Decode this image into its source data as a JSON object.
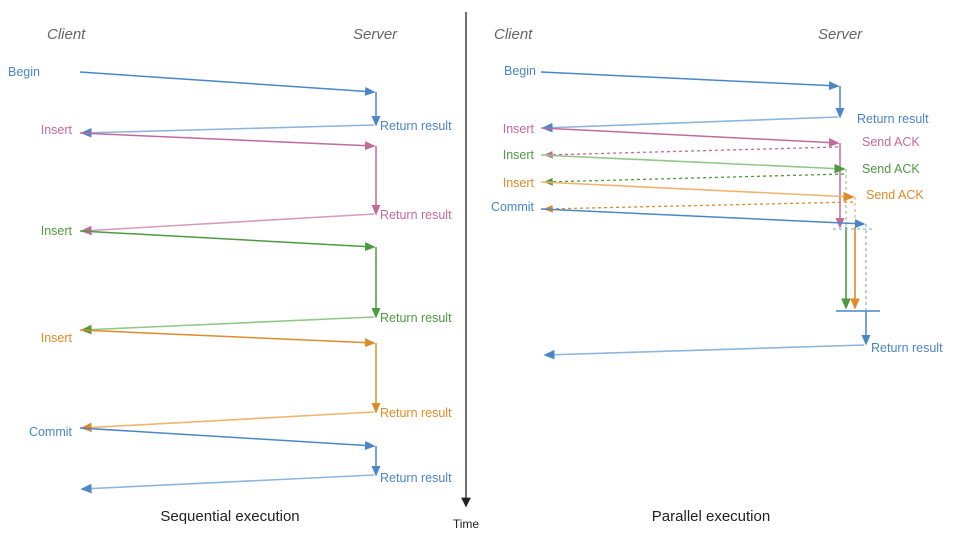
{
  "figure": {
    "title_left": "Sequential execution",
    "title_right": "Parallel execution",
    "time_axis_label": "Time",
    "background": "#ffffff"
  },
  "colors": {
    "blue": "#4a86c8",
    "blue_light": "#8cb6dd",
    "pink": "#c46a9a",
    "pink_light": "#d79cba",
    "green": "#4e9a40",
    "green_light": "#93c787",
    "orange": "#e08b29",
    "orange_light": "#f0b56c",
    "header_gray": "#666666",
    "axis_black": "#222222"
  },
  "panels": [
    {
      "id": "sequential",
      "client_header": "Client",
      "server_header": "Server",
      "caption": "Sequential execution",
      "messages": [
        {
          "id": "seq-begin",
          "client_label": "Begin",
          "server_label": "",
          "color": "blue"
        },
        {
          "id": "seq-begin-ret",
          "client_label": "",
          "server_label": "Return result",
          "color": "blue"
        },
        {
          "id": "seq-insert-1",
          "client_label": "Insert",
          "server_label": "",
          "color": "pink"
        },
        {
          "id": "seq-insert-1-ret",
          "client_label": "",
          "server_label": "Return result",
          "color": "pink"
        },
        {
          "id": "seq-insert-2",
          "client_label": "Insert",
          "server_label": "",
          "color": "green"
        },
        {
          "id": "seq-insert-2-ret",
          "client_label": "",
          "server_label": "Return result",
          "color": "green"
        },
        {
          "id": "seq-insert-3",
          "client_label": "Insert",
          "server_label": "",
          "color": "orange"
        },
        {
          "id": "seq-insert-3-ret",
          "client_label": "",
          "server_label": "Return result",
          "color": "orange"
        },
        {
          "id": "seq-commit",
          "client_label": "Commit",
          "server_label": "",
          "color": "blue"
        },
        {
          "id": "seq-commit-ret",
          "client_label": "",
          "server_label": "Return result",
          "color": "blue"
        }
      ]
    },
    {
      "id": "parallel",
      "client_header": "Client",
      "server_header": "Server",
      "caption": "Parallel execution",
      "messages": [
        {
          "id": "par-begin",
          "client_label": "Begin",
          "server_label": "",
          "color": "blue"
        },
        {
          "id": "par-begin-ret",
          "client_label": "",
          "server_label": "Return result",
          "color": "blue"
        },
        {
          "id": "par-insert-1",
          "client_label": "Insert",
          "server_label": "Send ACK",
          "color": "pink"
        },
        {
          "id": "par-insert-2",
          "client_label": "Insert",
          "server_label": "Send ACK",
          "color": "green"
        },
        {
          "id": "par-insert-3",
          "client_label": "Insert",
          "server_label": "Send ACK",
          "color": "orange"
        },
        {
          "id": "par-commit",
          "client_label": "Commit",
          "server_label": "",
          "color": "blue"
        },
        {
          "id": "par-commit-ret",
          "client_label": "",
          "server_label": "Return result",
          "color": "blue"
        }
      ]
    }
  ]
}
